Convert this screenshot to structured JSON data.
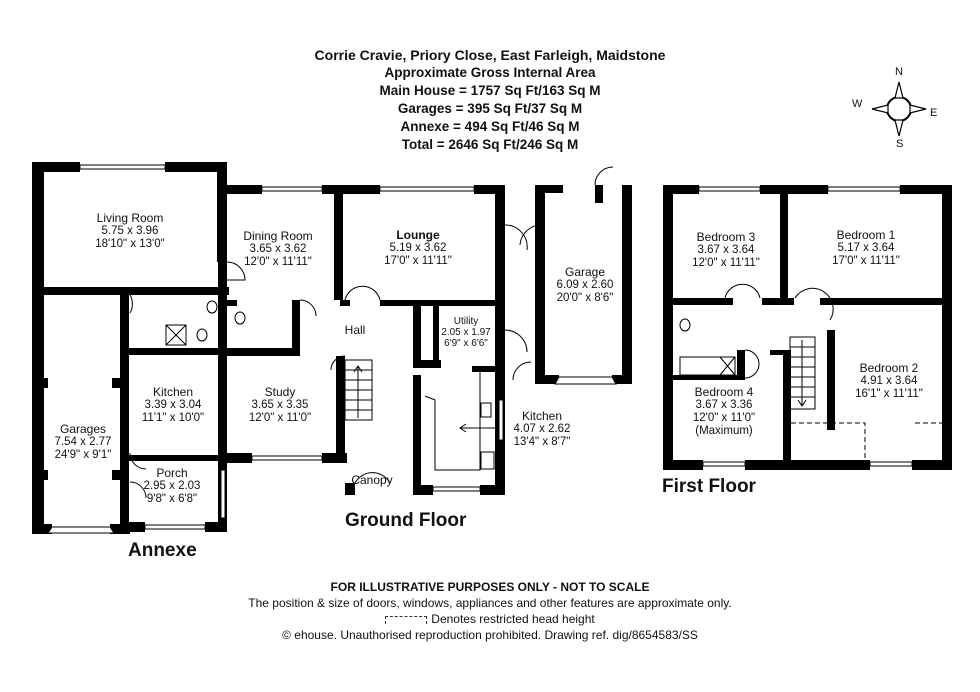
{
  "header": {
    "title": "Corrie Cravie, Priory Close, East Farleigh, Maidstone",
    "subtitle": "Approximate Gross Internal Area",
    "lines": [
      "Main House = 1757 Sq Ft/163 Sq M",
      "Garages = 395 Sq Ft/37 Sq M",
      "Annexe = 494 Sq Ft/46 Sq M",
      "Total = 2646 Sq Ft/246 Sq M"
    ]
  },
  "compass": {
    "icon": "compass-rose-icon",
    "n": "N",
    "e": "E",
    "s": "S",
    "w": "W"
  },
  "floors": {
    "annexe": "Annexe",
    "ground": "Ground Floor",
    "first": "First Floor"
  },
  "rooms": {
    "living_room": {
      "name": "Living Room",
      "metric": "5.75 x 3.96",
      "imperial": "18'10\" x 13'0\""
    },
    "dining_room": {
      "name": "Dining Room",
      "metric": "3.65 x 3.62",
      "imperial": "12'0\" x 11'11\""
    },
    "lounge": {
      "name": "Lounge",
      "metric": "5.19 x 3.62",
      "imperial": "17'0\" x 11'11\""
    },
    "garage": {
      "name": "Garage",
      "metric": "6.09 x 2.60",
      "imperial": "20'0\" x 8'6\""
    },
    "hall": {
      "name": "Hall"
    },
    "utility": {
      "name": "Utility",
      "metric": "2.05 x 1.97",
      "imperial": "6'9\" x 6'6\""
    },
    "garages": {
      "name": "Garages",
      "metric": "7.54 x 2.77",
      "imperial": "24'9\" x 9'1\""
    },
    "annexe_kitchen": {
      "name": "Kitchen",
      "metric": "3.39 x 3.04",
      "imperial": "11'1\" x 10'0\""
    },
    "study": {
      "name": "Study",
      "metric": "3.65 x 3.35",
      "imperial": "12'0\" x 11'0\""
    },
    "kitchen": {
      "name": "Kitchen",
      "metric": "4.07 x 2.62",
      "imperial": "13'4\" x 8'7\""
    },
    "porch": {
      "name": "Porch",
      "metric": "2.95 x 2.03",
      "imperial": "9'8\" x 6'8\""
    },
    "canopy": {
      "name": "Canopy"
    },
    "bedroom_3": {
      "name": "Bedroom 3",
      "metric": "3.67 x 3.64",
      "imperial": "12'0\" x 11'11\""
    },
    "bedroom_1": {
      "name": "Bedroom 1",
      "metric": "5.17 x 3.64",
      "imperial": "17'0\" x 11'11\""
    },
    "bedroom_2": {
      "name": "Bedroom 2",
      "metric": "4.91 x 3.64",
      "imperial": "16'1\" x 11'11\""
    },
    "bedroom_4": {
      "name": "Bedroom 4",
      "metric": "3.67 x 3.36",
      "imperial": "12'0\" x 11'0\"",
      "note": "(Maximum)"
    }
  },
  "footer": {
    "disclaimer": "FOR ILLUSTRATIVE PURPOSES ONLY - NOT TO SCALE",
    "note": "The position & size of doors, windows, appliances and other features are approximate only.",
    "legend": "Denotes restricted head height",
    "copyright": "© ehouse. Unauthorised reproduction prohibited. Drawing ref. dig/8654583/SS"
  },
  "colors": {
    "wall": "#000000",
    "background": "#ffffff",
    "text": "#111111"
  }
}
